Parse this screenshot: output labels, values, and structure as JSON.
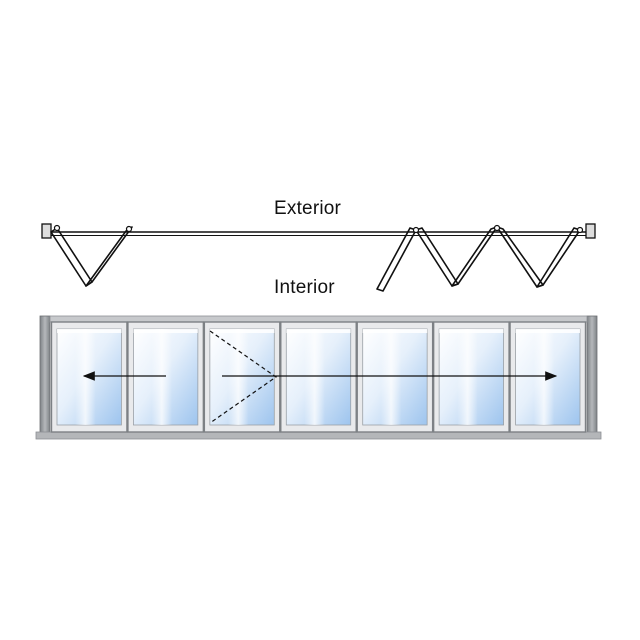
{
  "labels": {
    "exterior": "Exterior",
    "interior": "Interior"
  },
  "door": {
    "panel_count": 7,
    "swing_panel_index": 2,
    "fold_groups": [
      {
        "side": "left",
        "panels": 2
      },
      {
        "side": "right",
        "panels": 5
      }
    ]
  },
  "colors": {
    "line": "#111111",
    "frame": "#8d9094",
    "frame_light": "#c9cbce",
    "sill": "#b4b6b9",
    "glass_top": "#ffffff",
    "glass_bottom": "#9fc6ee",
    "glass_edge": "#5ea3e6"
  }
}
